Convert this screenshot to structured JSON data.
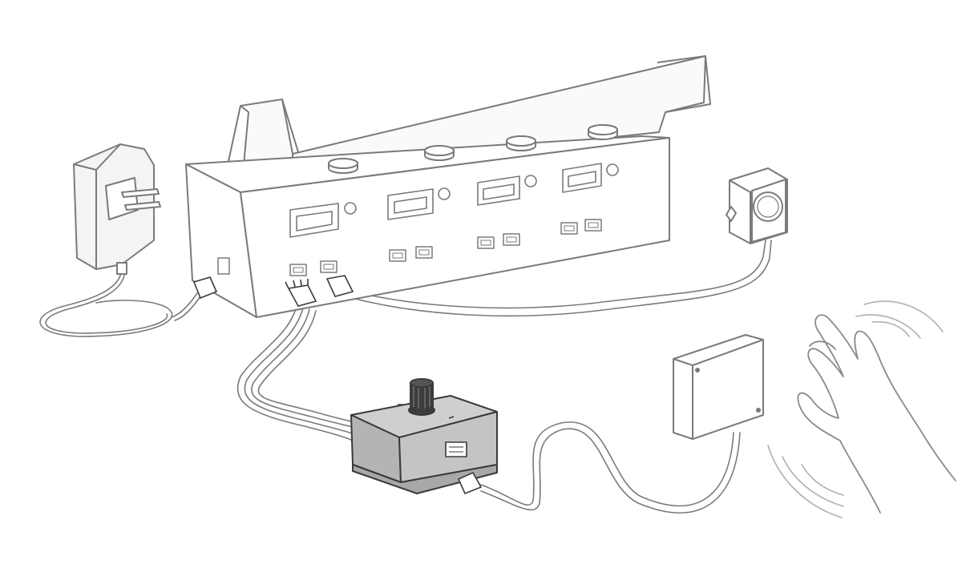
{
  "colors": {
    "background": "#ffffff",
    "line": "#7a7a7a",
    "dark_line": "#3a3a3a",
    "box_light": "#f4f4f4",
    "dimmer_top": "#cfcfcf",
    "dimmer_front": "#b4b4b4",
    "knob": "#3c3c3c"
  },
  "illustration": {
    "components": [
      {
        "name": "wall-power-adapter",
        "icon": "power-plug-icon"
      },
      {
        "name": "control-box-with-lid",
        "icon": "control-box-icon"
      },
      {
        "name": "speaker-module",
        "icon": "speaker-icon"
      },
      {
        "name": "dimmer-module-with-knob",
        "icon": "rotary-knob-icon"
      },
      {
        "name": "motion-sensor",
        "icon": "sensor-icon"
      },
      {
        "name": "waving-hand",
        "icon": "hand-wave-icon"
      }
    ]
  }
}
